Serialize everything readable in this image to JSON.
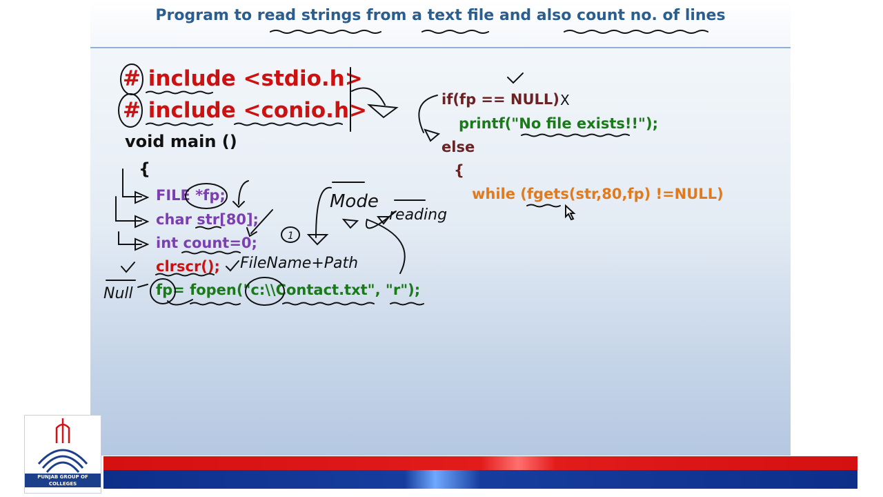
{
  "title": "Program to read strings from a text file and also count no. of lines",
  "left_code": {
    "line1": "# include <stdio.h>",
    "line2": "# include <conio.h>",
    "line3": "void main ()",
    "line4": "{",
    "line5": "FILE *fp;",
    "line6": "char str[80];",
    "line7": "int count=0;",
    "line8": "clrscr();",
    "line9": "fp= fopen(\"c:\\\\Contact.txt\", \"r\");"
  },
  "right_code": {
    "line1": "if(fp == NULL)",
    "line2": "printf(\"No file exists!!\");",
    "line3": "else",
    "line4": "{",
    "line5": "while (fgets(str,80,fp) !=NULL)"
  },
  "annotations": {
    "mode": "Mode",
    "reading": "reading",
    "filename_path": "FileName+Path",
    "null": "Null",
    "one": "1",
    "cross": "X"
  },
  "logo": {
    "text": "PUNJAB GROUP OF COLLEGES"
  },
  "colors": {
    "title": "#2c5d8f",
    "red": "#cc1111",
    "purple": "#7b3fb0",
    "green": "#1a7a1a",
    "maroon": "#6b2222",
    "orange": "#e07a1f",
    "band_red": "#e21b1b",
    "band_blue": "#163d9e"
  }
}
